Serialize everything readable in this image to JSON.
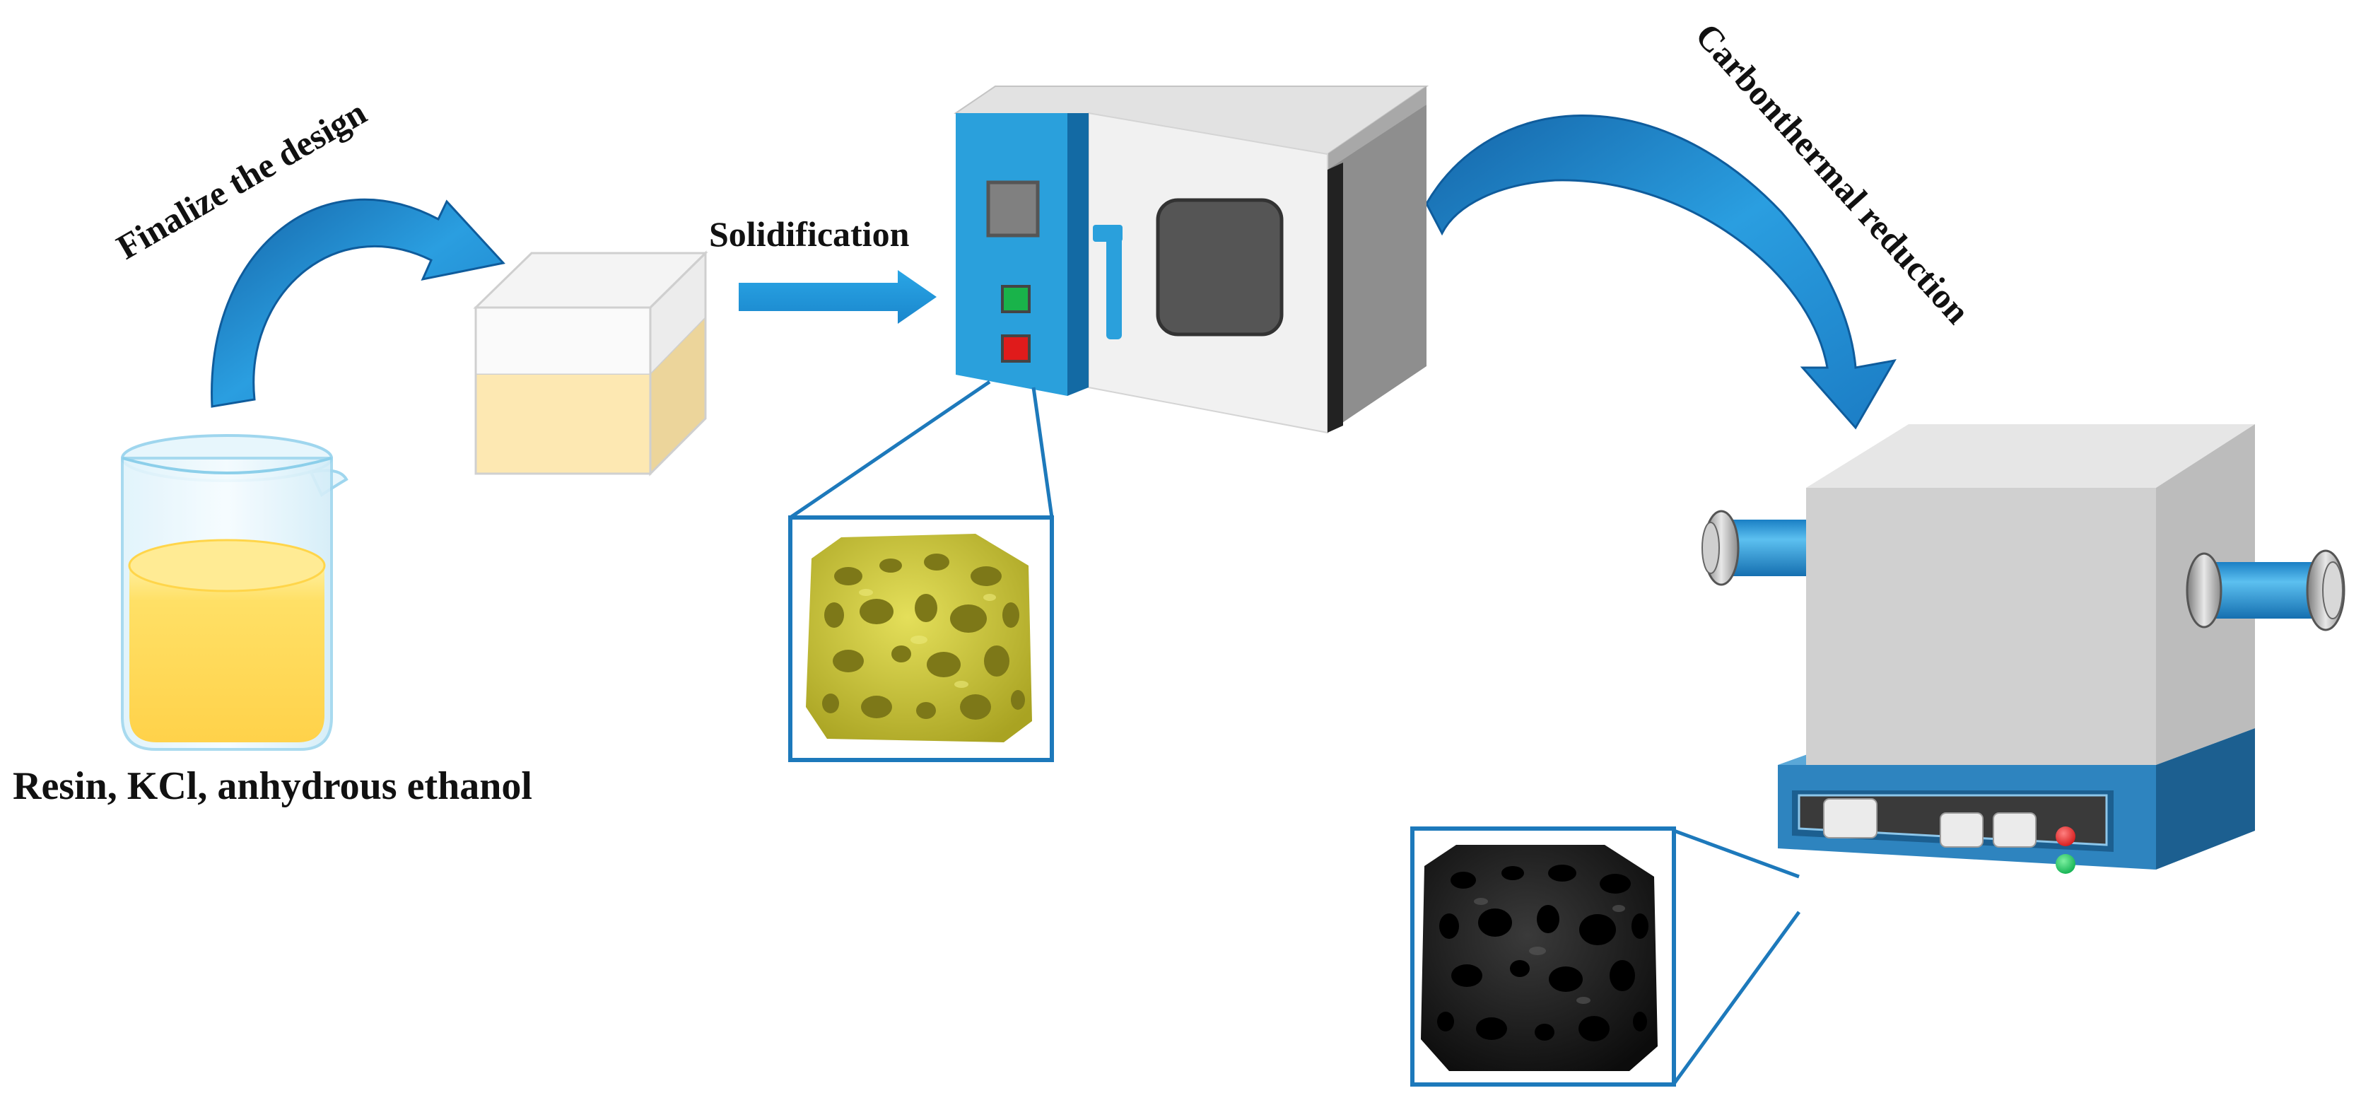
{
  "labels": {
    "finalize": "Finalize the design",
    "solidification": "Solidification",
    "carbothermal": "Carbonthermal reduction",
    "materials": "Resin, KCl, anhydrous ethanol"
  },
  "colors": {
    "arrow_blue": "#1f8fd0",
    "arrow_dark": "#1565a8",
    "frame_blue": "#1d79bb",
    "liquid_yellow": "#ffd84d",
    "cube_fill": "#fde8b2",
    "foam_yellow": "#c9c43a",
    "foam_black": "#1a1a1a",
    "machine_panel_blue": "#2aa0dc",
    "furnace_base_blue": "#2e84bf"
  },
  "icons": {
    "beaker": "beaker-icon",
    "mold_cube": "mold-cube-icon",
    "oven": "drying-oven-icon",
    "tube_furnace": "tube-furnace-icon",
    "foam_yellow": "porous-resin-foam-icon",
    "foam_black": "porous-carbon-foam-icon"
  }
}
